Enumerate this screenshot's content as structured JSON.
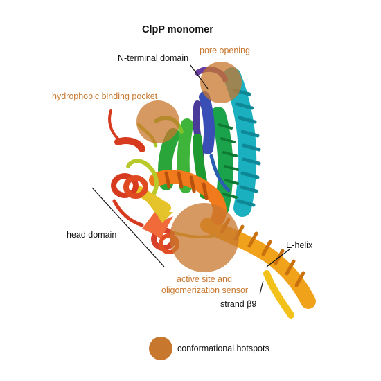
{
  "title": "ClpP monomer",
  "labels": {
    "n_terminal_domain": "N-terminal domain",
    "pore_opening": "pore opening",
    "hydrophobic_binding_pocket": "hydrophobic binding pocket",
    "head_domain": "head domain",
    "e_helix": "E-helix",
    "active_site_line1": "active site and",
    "active_site_line2": "oligomerization sensor",
    "strand_b9": "strand β9"
  },
  "legend": {
    "hotspot_label": "conformational hotspots"
  },
  "colors": {
    "hotspot_fill": "#c8772e",
    "annotation_orange": "#c8772e",
    "text_dark": "#111111",
    "ribbon_red": "#d63a1f",
    "ribbon_orange": "#f07a1c",
    "ribbon_yellow": "#f2c21b",
    "ribbon_green": "#1aa34a",
    "ribbon_teal": "#1bb0c0",
    "ribbon_blue": "#3a4fb5",
    "ribbon_purple": "#4a3a9a"
  }
}
